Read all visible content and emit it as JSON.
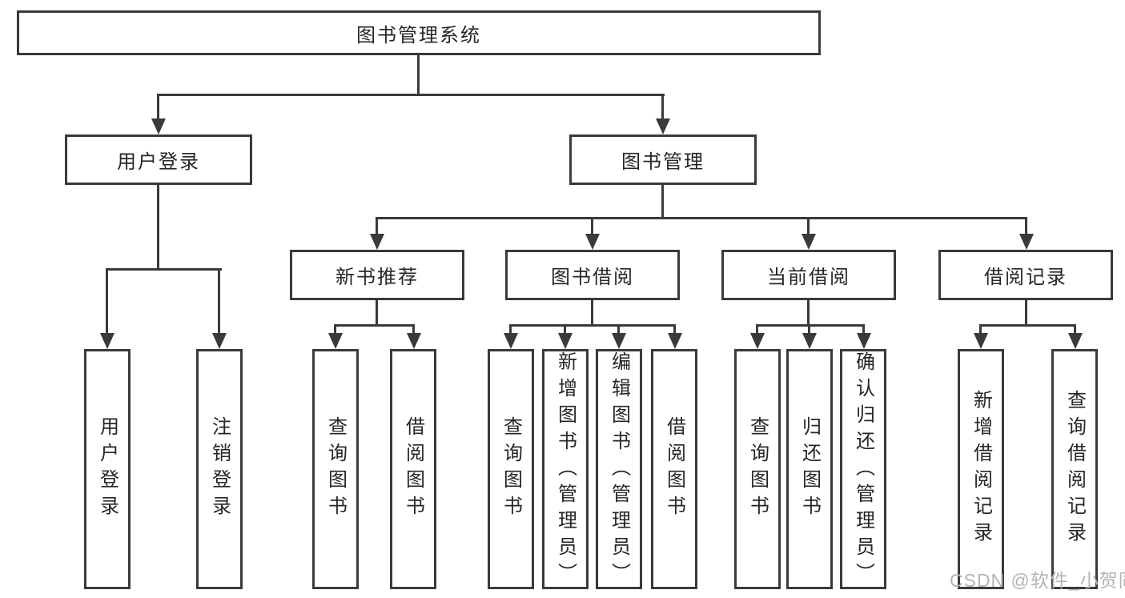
{
  "diagram": {
    "title_node": {
      "label": "图书管理系统"
    },
    "level2": [
      {
        "label": "用户登录"
      },
      {
        "label": "图书管理"
      }
    ],
    "level3": [
      {
        "label": "新书推荐"
      },
      {
        "label": "图书借阅"
      },
      {
        "label": "当前借阅"
      },
      {
        "label": "借阅记录"
      }
    ],
    "groups": {
      "login": [
        {
          "label": "用户登录"
        },
        {
          "label": "注销登录"
        }
      ],
      "recommend": [
        {
          "label": "查询图书"
        },
        {
          "label": "借阅图书"
        }
      ],
      "borrow": [
        {
          "label": "查询图书"
        },
        {
          "label": "新增图书（管理员）"
        },
        {
          "label": "编辑图书（管理员）"
        },
        {
          "label": "借阅图书"
        }
      ],
      "current": [
        {
          "label": "查询图书"
        },
        {
          "label": "归还图书"
        },
        {
          "label": "确认归还（管理员）"
        }
      ],
      "record": [
        {
          "label": "新增借阅记录"
        },
        {
          "label": "查询借阅记录"
        }
      ]
    },
    "watermark": "CSDN @软件_小贺同学",
    "colors": {
      "line": "#3a3a3a",
      "text": "#262626",
      "watermark": "#b4b4b4",
      "background": "#ffffff"
    }
  }
}
